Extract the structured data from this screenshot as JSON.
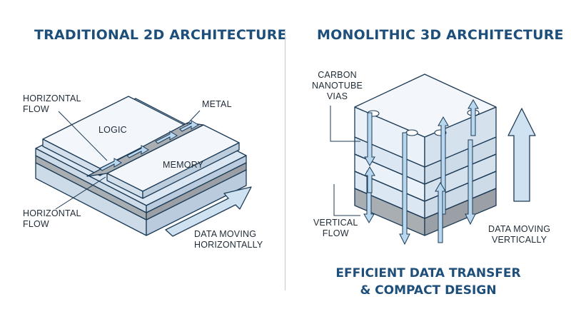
{
  "left_panel": {
    "title": "TRADITIONAL 2D ARCHITECTURE",
    "labels": {
      "horizontal_flow_top": "HORIZONTAL\nFLOW",
      "metal": "METAL",
      "logic": "LOGIC",
      "memory": "MEMORY",
      "horizontal_flow_bottom": "HORIZONTAL\nFLOW",
      "data_moving": "DATA MOVING\nHORIZONTALLY"
    }
  },
  "right_panel": {
    "title": "MONOLITHIC 3D ARCHITECTURE",
    "labels": {
      "cnt_vias": "CARBON\nNANOTUBE\nVIAS",
      "vertical_flow": "VERTICAL\nFLOW",
      "data_moving": "DATA MOVING\nVERTICALLY"
    },
    "summary": "EFFICIENT DATA TRANSFER\n& COMPACT DESIGN"
  },
  "colors": {
    "title": "#1d4f7a",
    "outline": "#1c3a55",
    "layer_fill": "#eaf1f8",
    "layer_side": "#cddbe8",
    "metal": "#a9aeb3",
    "arrow": "#b9d8ef"
  }
}
